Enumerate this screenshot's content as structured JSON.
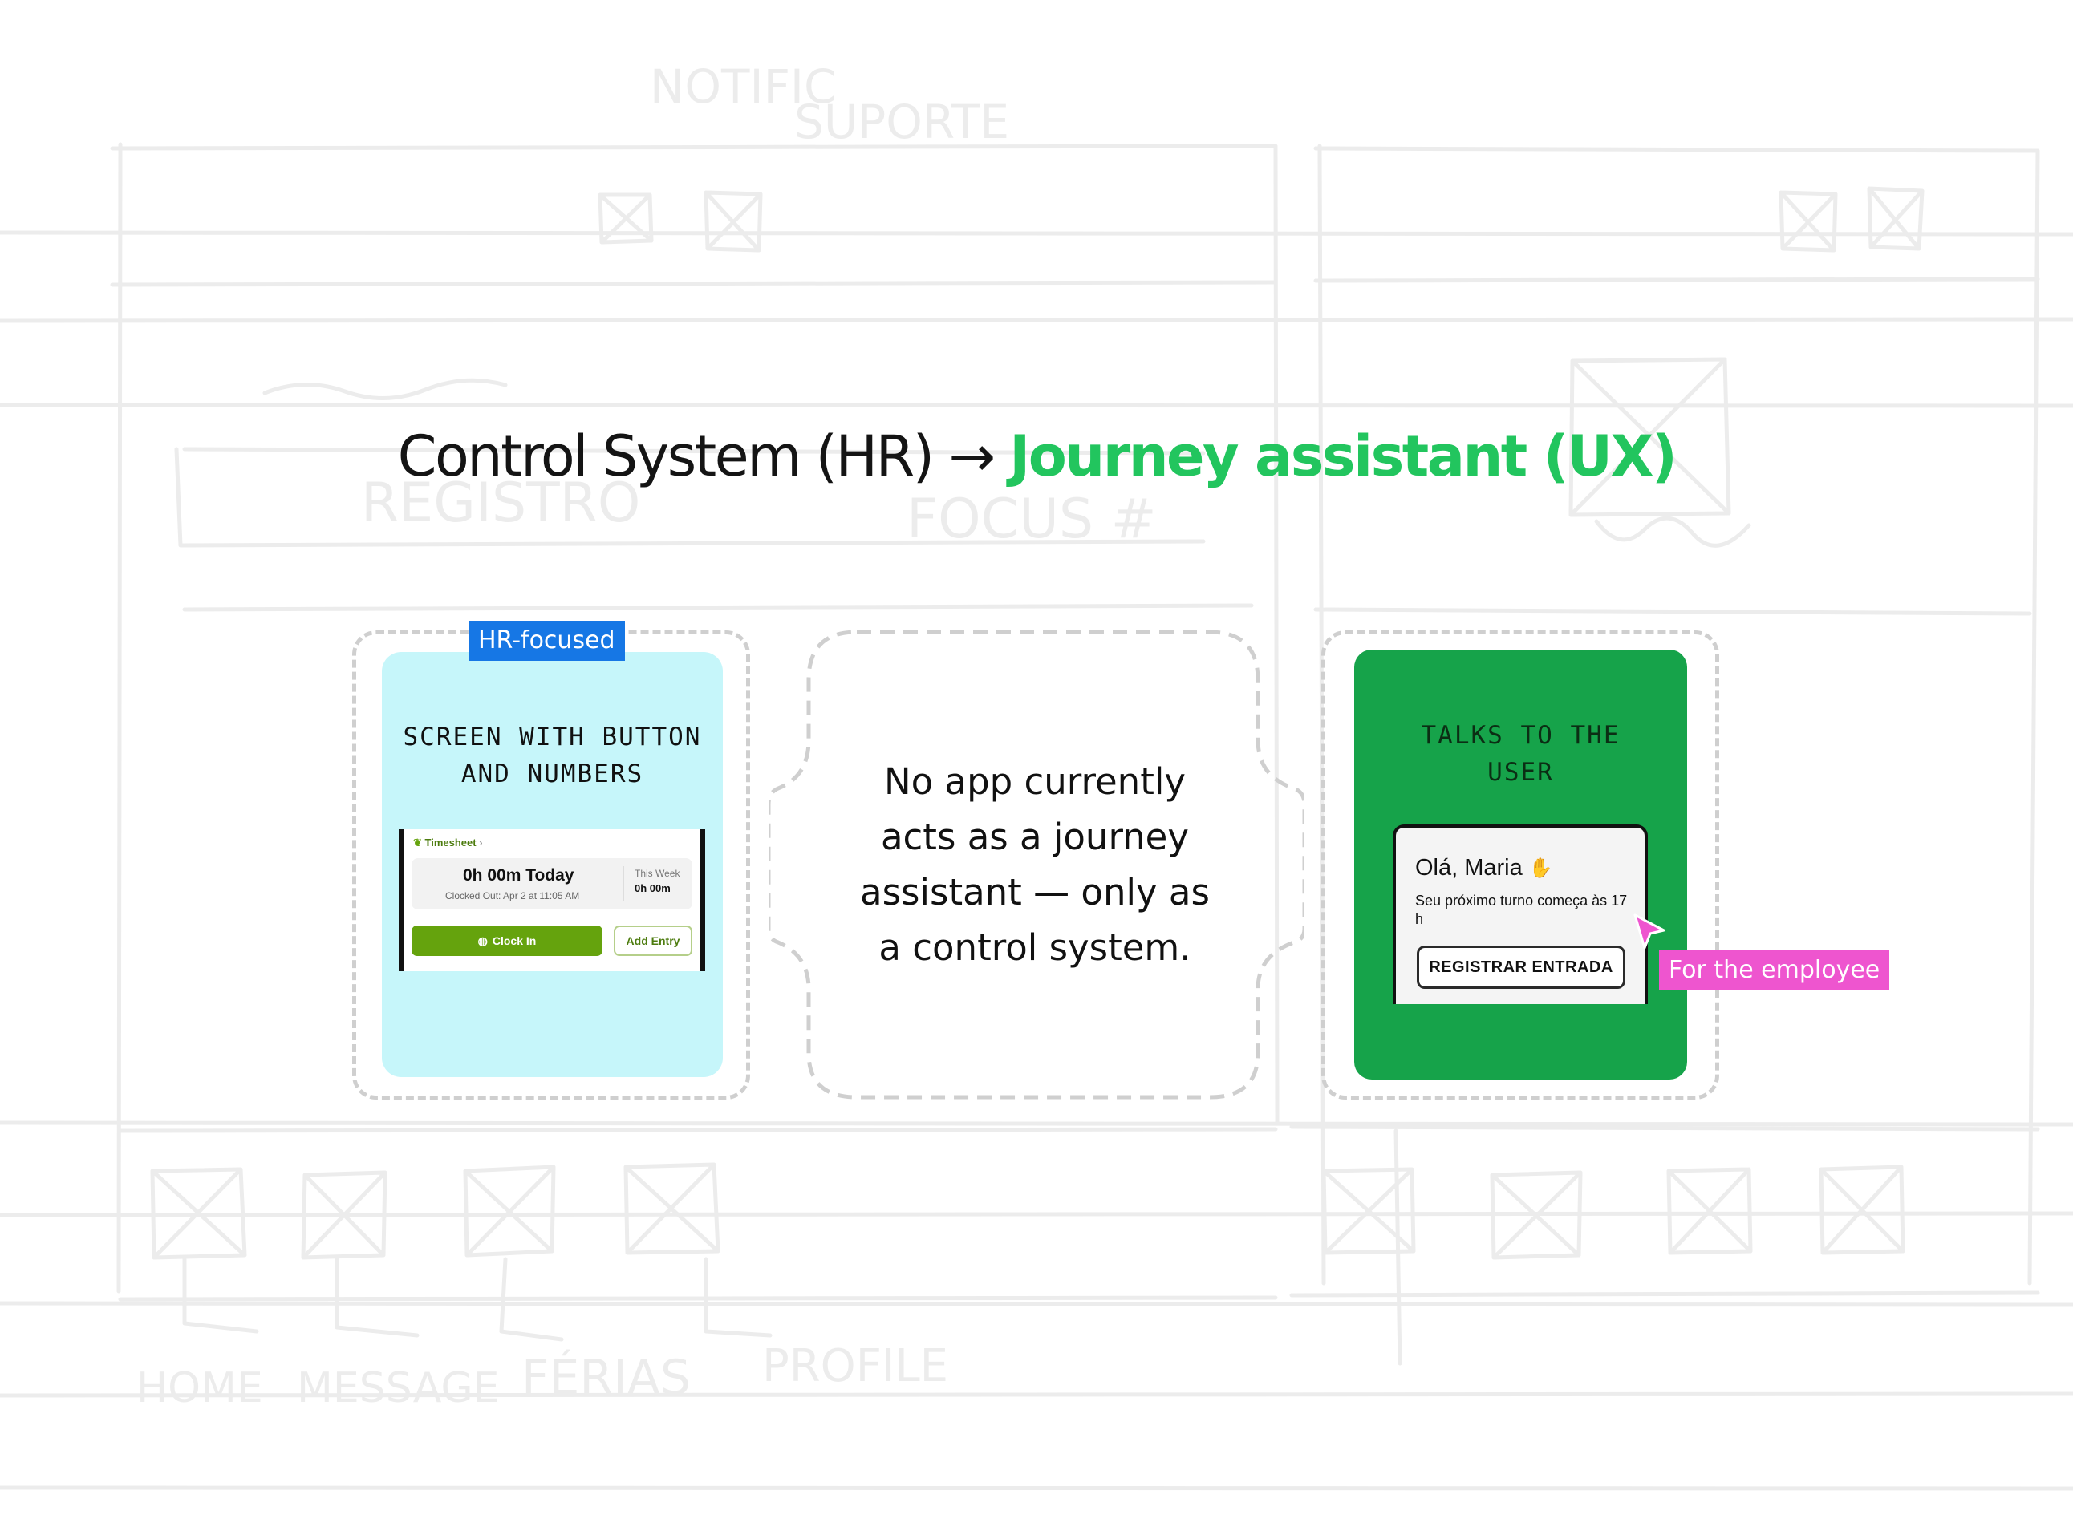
{
  "background_sketch": {
    "labels": [
      {
        "text": "NOTIFIC"
      },
      {
        "text": "SUPORTE"
      },
      {
        "text": "REGISTRO"
      },
      {
        "text": "FOCUS #"
      },
      {
        "text": "HOME"
      },
      {
        "text": "MESSAGE"
      },
      {
        "text": "FÉRIAS"
      },
      {
        "text": "PROFILE"
      }
    ]
  },
  "headline": {
    "from": "Control System (HR)",
    "arrow": "→",
    "to": "Journey assistant (UX)"
  },
  "left_card": {
    "tag": "HR-focused",
    "caption_line1": "SCREEN WITH BUTTON",
    "caption_line2": "AND NUMBERS",
    "timesheet": {
      "header": "Timesheet",
      "today": "0h 00m Today",
      "clocked_out": "Clocked Out: Apr 2 at 11:05 AM",
      "week_label": "This Week",
      "week_value": "0h 00m",
      "clock_in_label": "Clock In",
      "add_entry_label": "Add Entry"
    }
  },
  "middle": {
    "line1": "No app currently",
    "line2": "acts as a journey",
    "line3": "assistant — only as",
    "line4": "a control system."
  },
  "right_card": {
    "caption_line1": "TALKS TO THE",
    "caption_line2": "USER",
    "phone": {
      "greeting": "Olá, Maria",
      "subtitle": "Seu próximo turno começa às 17 h",
      "button_label": "REGISTRAR ENTRADA"
    },
    "tag": "For the employee"
  },
  "colors": {
    "accent_green": "#22c55e",
    "card_green": "#16a34a",
    "card_cyan": "#c6f6fa",
    "tag_blue": "#1677e5",
    "tag_pink": "#ee55cf",
    "timesheet_green": "#65a30d"
  },
  "icons": {
    "greeting": "waving-hand-icon",
    "clock_in": "fingerprint-icon",
    "timesheet": "leaf-icon",
    "pointer": "cursor-arrow-icon"
  }
}
